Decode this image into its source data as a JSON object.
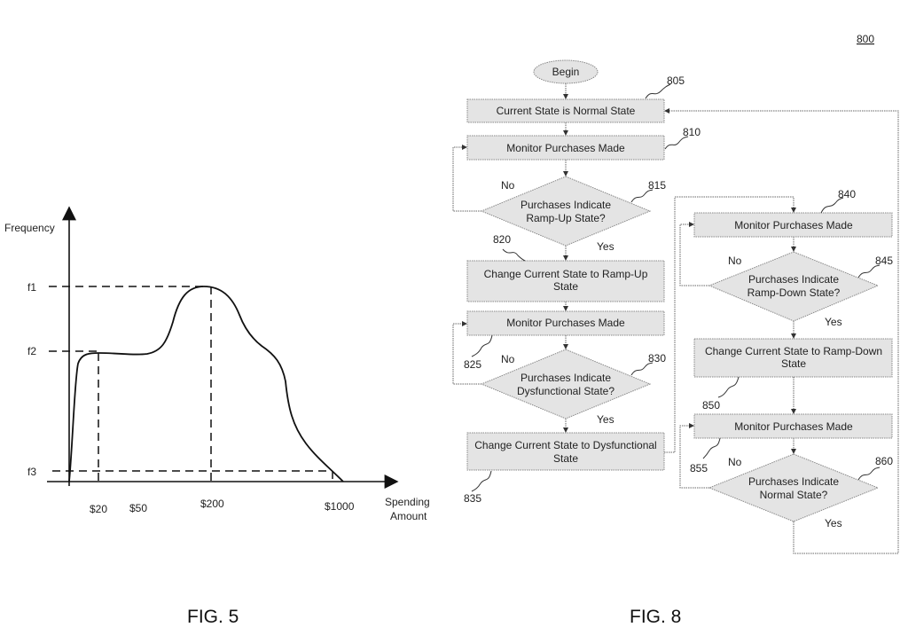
{
  "fig5": {
    "title": "FIG. 5",
    "ylabel": "Frequency",
    "xlabel_line1": "Spending",
    "xlabel_line2": "Amount",
    "y_ticks": [
      "f1",
      "f2",
      "f3"
    ],
    "x_ticks": [
      "$20",
      "$50",
      "$200",
      "$1000"
    ]
  },
  "fig8": {
    "title": "FIG. 8",
    "ref": "800",
    "begin": "Begin",
    "n805": {
      "ref": "805",
      "text": "Current State is Normal State"
    },
    "n810": {
      "ref": "810",
      "text": "Monitor Purchases Made"
    },
    "n815": {
      "ref": "815",
      "line1": "Purchases Indicate",
      "line2": "Ramp-Up State?",
      "no": "No",
      "yes": "Yes"
    },
    "n820": {
      "ref": "820",
      "line1": "Change Current State to Ramp-Up",
      "line2": "State"
    },
    "n825": {
      "ref": "825",
      "text": "Monitor Purchases Made"
    },
    "n830": {
      "ref": "830",
      "line1": "Purchases Indicate",
      "line2": "Dysfunctional State?",
      "no": "No",
      "yes": "Yes"
    },
    "n835": {
      "ref": "835",
      "line1": "Change Current State to Dysfunctional",
      "line2": "State"
    },
    "n840": {
      "ref": "840",
      "text": "Monitor Purchases Made"
    },
    "n845": {
      "ref": "845",
      "line1": "Purchases Indicate",
      "line2": "Ramp-Down State?",
      "no": "No",
      "yes": "Yes"
    },
    "n850": {
      "ref": "850",
      "line1": "Change Current State to Ramp-Down",
      "line2": "State"
    },
    "n855": {
      "ref": "855",
      "text": "Monitor Purchases Made"
    },
    "n860": {
      "ref": "860",
      "line1": "Purchases Indicate",
      "line2": "Normal State?",
      "no": "No",
      "yes": "Yes"
    }
  }
}
